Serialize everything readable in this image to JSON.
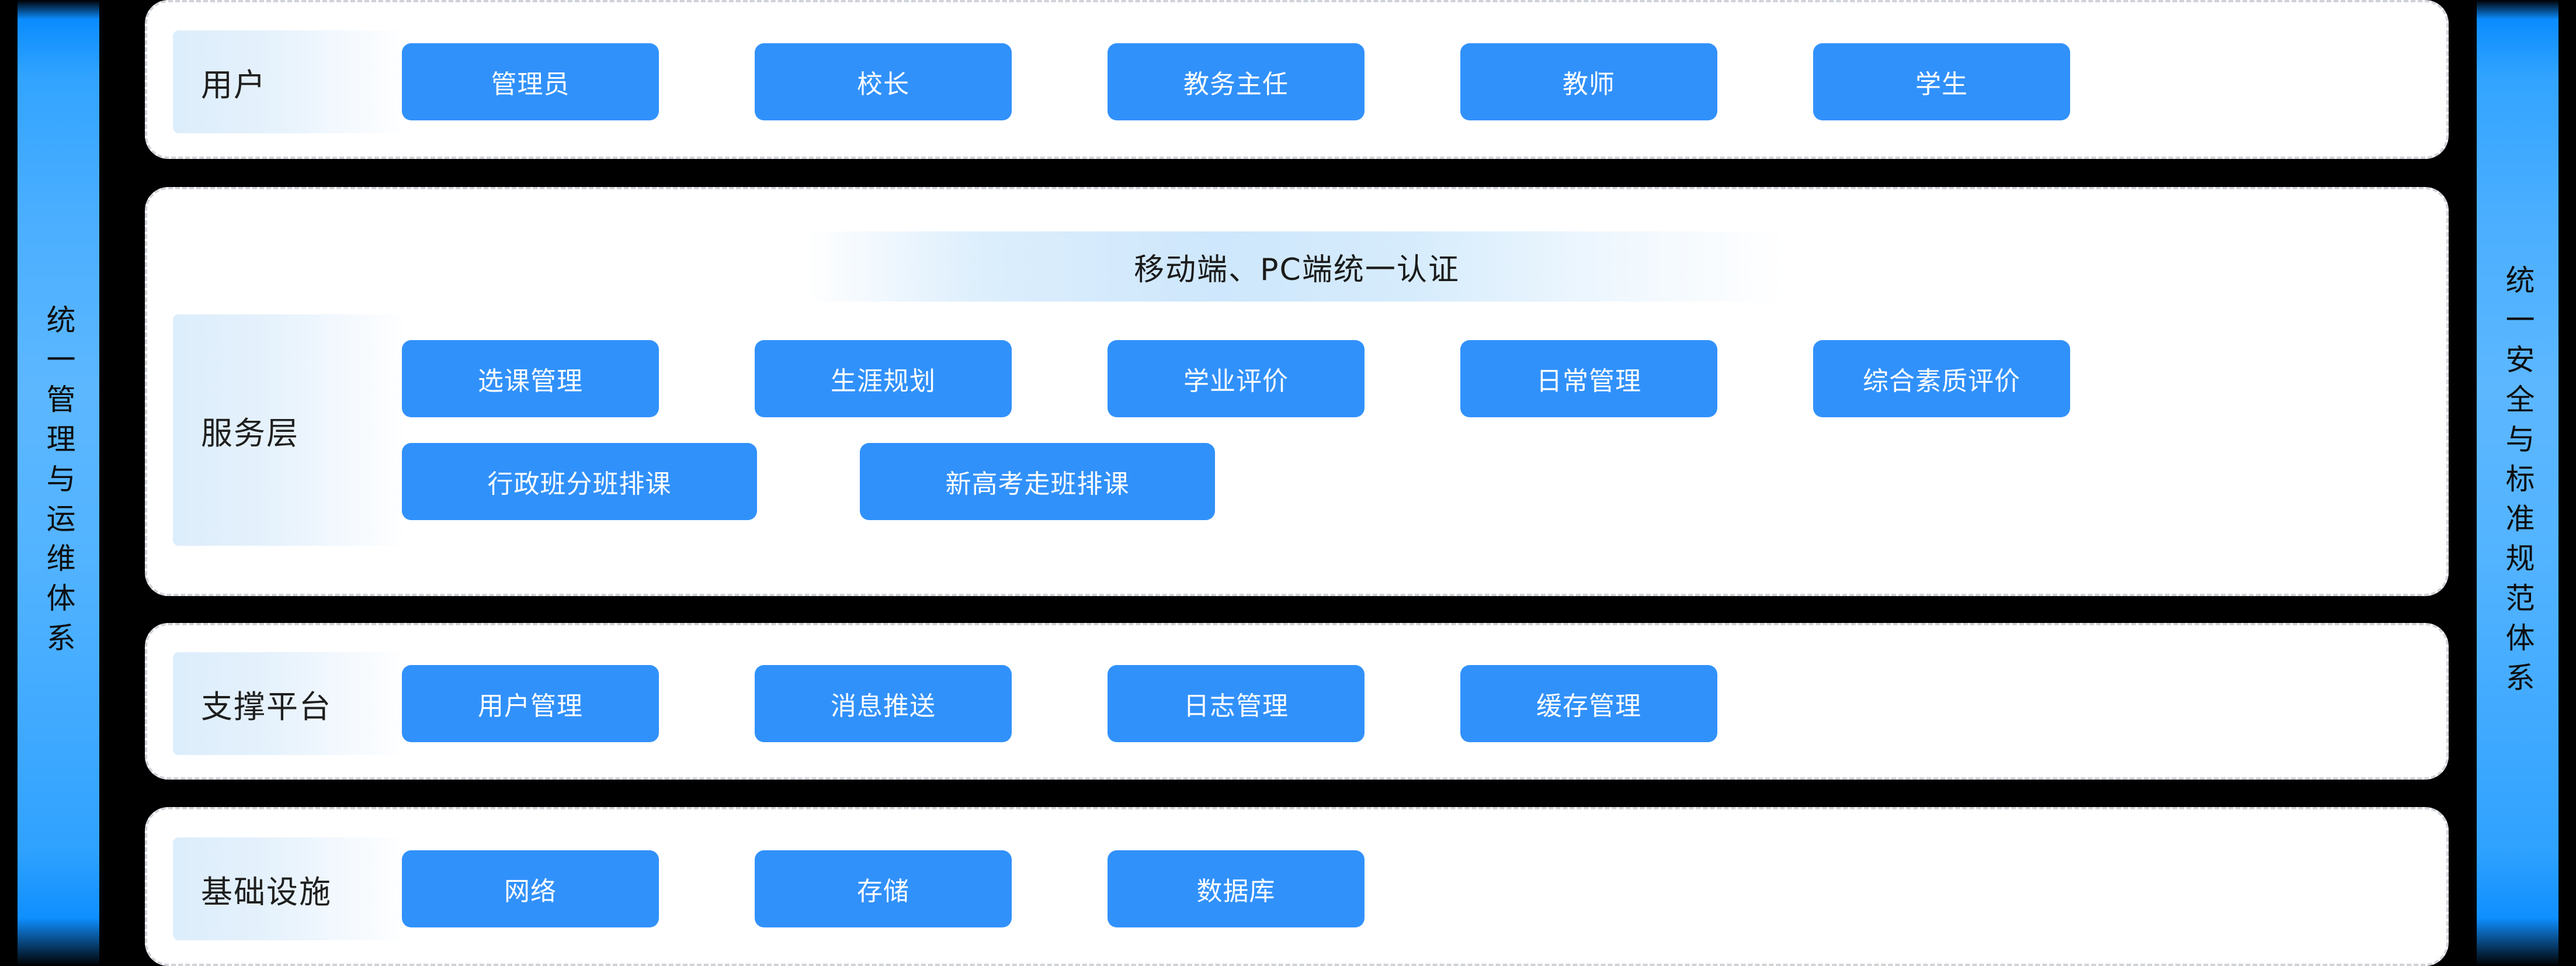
{
  "banners": {
    "left": {
      "text": "统一管理与运维体系",
      "accent": "#3b9cff"
    },
    "right": {
      "text": "统一安全与标准规范体系",
      "accent": "#3b9cff"
    }
  },
  "theme": {
    "chip_blue": "#3191fb",
    "panel_bg": "#ffffff",
    "panel_border": "#d0d3d8",
    "page_bg": "#000000",
    "label_gradient_start": "#dcedfb",
    "label_gradient_end": "#fdfeff",
    "auth_band_tint": "#cee7fc"
  },
  "panels": [
    {
      "id": "users",
      "label": "用户",
      "rows": [
        [
          "管理员",
          "校长",
          "教务主任",
          "教师",
          "学生"
        ]
      ]
    },
    {
      "id": "service",
      "label": "服务层",
      "auth_banner": "移动端、PC端统一认证",
      "rows": [
        [
          "选课管理",
          "生涯规划",
          "学业评价",
          "日常管理",
          "综合素质评价"
        ],
        [
          "行政班分班排课",
          "新高考走班排课"
        ]
      ]
    },
    {
      "id": "support",
      "label": "支撑平台",
      "rows": [
        [
          "用户管理",
          "消息推送",
          "日志管理",
          "缓存管理"
        ]
      ]
    },
    {
      "id": "infra",
      "label": "基础设施",
      "rows": [
        [
          "网络",
          "存储",
          "数据库"
        ]
      ]
    }
  ]
}
